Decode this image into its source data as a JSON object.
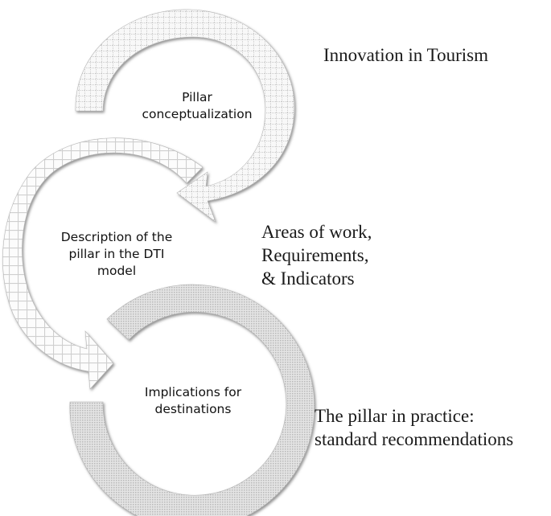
{
  "diagram": {
    "steps": [
      {
        "label_lines": [
          "Pillar",
          "conceptualization"
        ],
        "side_label_lines": [
          "Innovation in Tourism"
        ],
        "pattern": "fine-dotted-grid",
        "fill_color": "#f7f7f7",
        "grid_color": "#c9c9c9"
      },
      {
        "label_lines": [
          "Description of the",
          "pillar in the DTI",
          "model"
        ],
        "side_label_lines": [
          "Areas of work,",
          "Requirements,",
          "& Indicators"
        ],
        "pattern": "cross-grid",
        "fill_color": "#fbfbfb",
        "grid_color": "#cfcfcf"
      },
      {
        "label_lines": [
          "Implications for",
          "destinations"
        ],
        "side_label_lines": [
          "The pillar in practice:",
          "standard recommendations"
        ],
        "pattern": "dense-dots",
        "fill_color": "#d8d8d8",
        "grid_color": "#bdbdbd"
      }
    ],
    "flow": [
      "step-1 -> step-2",
      "step-2 -> step-3"
    ],
    "shadow_color": "#8a8a8a"
  }
}
